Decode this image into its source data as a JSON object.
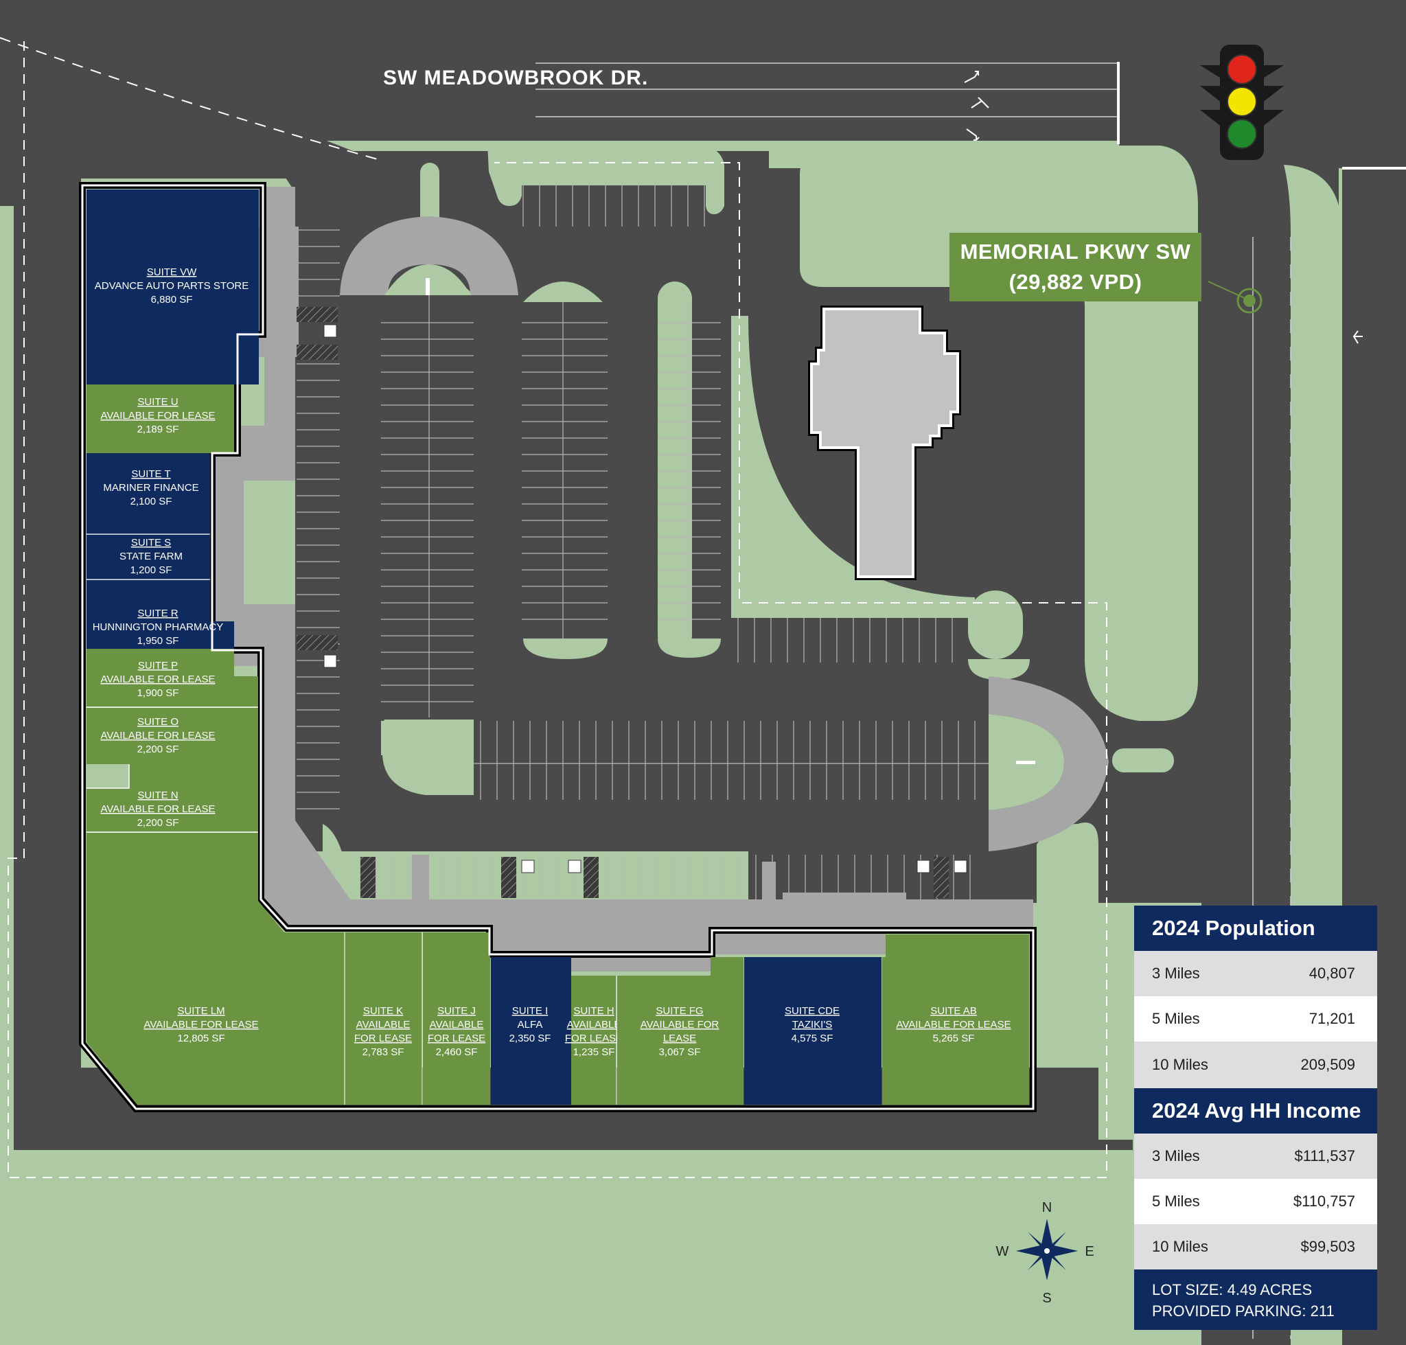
{
  "roads": {
    "north": "SW MEADOWBROOK DR.",
    "east": "MEMORIAL PKWY SW",
    "east_traffic": "(29,882 VPD)"
  },
  "suites": {
    "vw": {
      "title": "SUITE VW",
      "tenant": "ADVANCE AUTO PARTS STORE",
      "size": "6,880 SF",
      "status": "leased"
    },
    "u": {
      "title": "SUITE U",
      "tenant": "AVAILABLE FOR LEASE",
      "size": "2,189 SF",
      "status": "available"
    },
    "t": {
      "title": "SUITE T",
      "tenant": "MARINER FINANCE",
      "size": "2,100 SF",
      "status": "leased"
    },
    "s": {
      "title": "SUITE S",
      "tenant": "STATE FARM",
      "size": "1,200 SF",
      "status": "leased"
    },
    "r": {
      "title": "SUITE R",
      "tenant": "HUNNINGTON PHARMACY",
      "size": "1,950 SF",
      "status": "leased"
    },
    "p": {
      "title": "SUITE P",
      "tenant": "AVAILABLE FOR LEASE",
      "size": "1,900 SF",
      "status": "available"
    },
    "o": {
      "title": "SUITE O",
      "tenant": "AVAILABLE FOR LEASE",
      "size": "2,200 SF",
      "status": "available"
    },
    "n": {
      "title": "SUITE N",
      "tenant": "AVAILABLE FOR LEASE",
      "size": "2,200 SF",
      "status": "available"
    },
    "lm": {
      "title": "SUITE LM",
      "tenant": "AVAILABLE FOR LEASE",
      "size": "12,805 SF",
      "status": "available"
    },
    "k": {
      "title": "SUITE K",
      "tenant_1": "AVAILABLE",
      "tenant_2": "FOR LEASE",
      "size": "2,783 SF",
      "status": "available"
    },
    "j": {
      "title": "SUITE J",
      "tenant_1": "AVAILABLE",
      "tenant_2": "FOR LEASE",
      "size": "2,460 SF",
      "status": "available"
    },
    "i": {
      "title": "SUITE I",
      "tenant": "ALFA",
      "size": "2,350 SF",
      "status": "leased"
    },
    "h": {
      "title": "SUITE H",
      "tenant_1": "AVAILABLE",
      "tenant_2": "FOR LEASE",
      "size": "1,235 SF",
      "status": "available"
    },
    "fg": {
      "title": "SUITE FG",
      "tenant_1": "AVAILABLE FOR",
      "tenant_2": "LEASE",
      "size": "3,067 SF",
      "status": "available"
    },
    "cde": {
      "title": "SUITE CDE",
      "tenant": "TAZIKI'S",
      "size": "4,575 SF",
      "status": "leased"
    },
    "ab": {
      "title": "SUITE AB",
      "tenant": "AVAILABLE FOR LEASE",
      "size": "5,265 SF",
      "status": "available"
    }
  },
  "stats": {
    "population": {
      "title": "2024 Population",
      "rows": [
        {
          "label": "3 Miles",
          "value": "40,807"
        },
        {
          "label": "5 Miles",
          "value": "71,201"
        },
        {
          "label": "10 Miles",
          "value": "209,509"
        }
      ]
    },
    "income": {
      "title": "2024 Avg HH Income",
      "rows": [
        {
          "label": "3 Miles",
          "value": "$111,537"
        },
        {
          "label": "5 Miles",
          "value": "$110,757"
        },
        {
          "label": "10 Miles",
          "value": "$99,503"
        }
      ]
    },
    "lot_size": "LOT SIZE: 4.49 ACRES",
    "parking": "PROVIDED PARKING: 211"
  },
  "compass": {
    "n": "N",
    "s": "S",
    "e": "E",
    "w": "W"
  },
  "colors": {
    "leased": "#0f2a5e",
    "available": "#6a9342",
    "grass": "#aecaa5",
    "asphalt": "#4a4a4a",
    "sidewalk": "#a6a6a6",
    "signal_red": "#e0261b",
    "signal_yellow": "#f2e500",
    "signal_green": "#1f8a2c"
  }
}
